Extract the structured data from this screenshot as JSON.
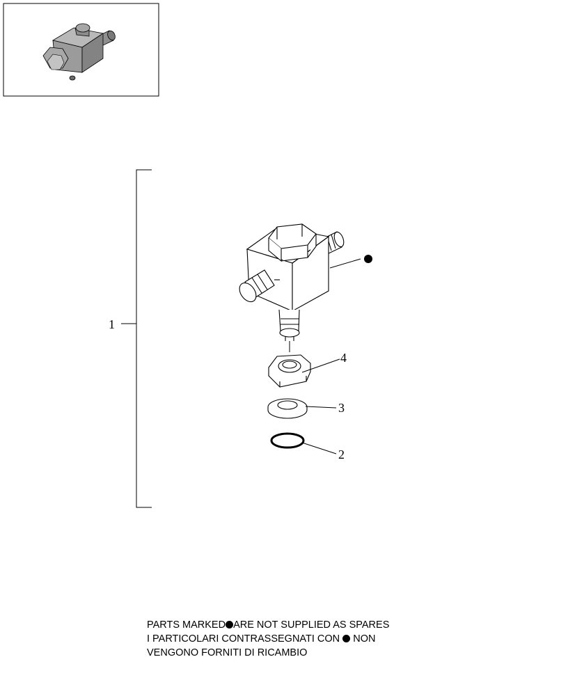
{
  "callouts": {
    "assembly": "1",
    "oring": "2",
    "washer": "3",
    "nut": "4"
  },
  "note": {
    "line1_a": "PARTS MARKED",
    "line1_b": "ARE NOT SUPPLIED AS SPARES",
    "line2_a": "I  PARTICOLARI  CONTRASSEGNATI  CON",
    "line2_b": "NON",
    "line3": "VENGONO FORNITI DI RICAMBIO"
  },
  "colors": {
    "line": "#000000",
    "thumbnail_fill": "#9e9e9e",
    "thumbnail_dark": "#6a6a6a",
    "background": "#ffffff"
  },
  "icons": {
    "not_supplied_marker": "filled-circle-icon"
  }
}
